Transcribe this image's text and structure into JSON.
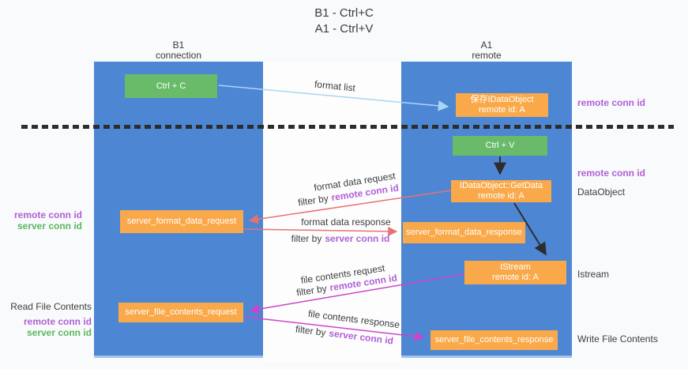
{
  "title": {
    "line1": "B1 - Ctrl+C",
    "line2": "A1 - Ctrl+V"
  },
  "lanes": {
    "b1": {
      "name": "B1",
      "subtitle": "connection"
    },
    "a1": {
      "name": "A1",
      "subtitle": "remote"
    }
  },
  "boxes": {
    "ctrl_c": {
      "label": "Ctrl + C"
    },
    "save_idataobject": {
      "line1": "保存IDataObject",
      "line2": "remote id: A"
    },
    "ctrl_v": {
      "label": "Ctrl + V"
    },
    "getdata": {
      "line1": "IDataObject::GetData",
      "line2": "remote id: A"
    },
    "format_request": {
      "label": "server_format_data_request"
    },
    "format_response": {
      "label": "server_format_data_response"
    },
    "istream": {
      "line1": "IStream",
      "line2": "remote id: A"
    },
    "file_request": {
      "label": "server_file_contents_request"
    },
    "file_response": {
      "label": "server_file_contents_response"
    }
  },
  "flow_labels": {
    "format_list": "format list",
    "format_data_request": "format data request",
    "format_data_response": "format data response",
    "file_contents_request": "file contents request",
    "file_contents_response": "file contents response",
    "filter_by": "filter by",
    "remote_conn_id": "remote conn id",
    "server_conn_id": "server conn id"
  },
  "side_labels": {
    "left_top": {
      "remote": "remote conn id",
      "server": "server conn id"
    },
    "left_bottom": {
      "title": "Read File Contents",
      "remote": "remote conn id",
      "server": "server conn id"
    },
    "right": {
      "remote_1": "remote conn id",
      "remote_2": "remote conn id",
      "dataobject": "DataObject",
      "istream": "Istream",
      "write": "Write File Contents"
    }
  },
  "colors": {
    "lane_blue": "#4d86d3",
    "box_green": "#69bb6a",
    "box_orange": "#f9a94a",
    "arrow_red": "#e87272",
    "arrow_magenta": "#cc44cc",
    "arrow_light_blue": "#a8d6f3",
    "arrow_black": "#2d2d2d",
    "text_purple": "#b05fd6",
    "text_green": "#5cb65f"
  }
}
